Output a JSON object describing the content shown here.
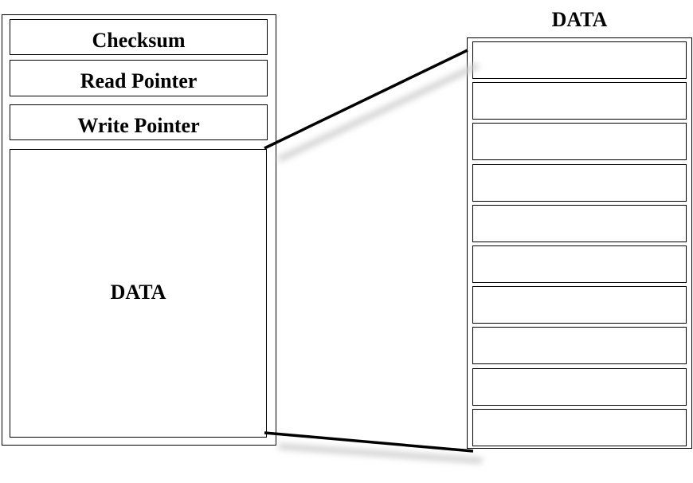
{
  "left_block": {
    "checksum_label": "Checksum",
    "read_pointer_label": "Read Pointer",
    "write_pointer_label": "Write Pointer",
    "data_label": "DATA"
  },
  "right_block": {
    "title": "DATA",
    "slot_count": 10
  }
}
